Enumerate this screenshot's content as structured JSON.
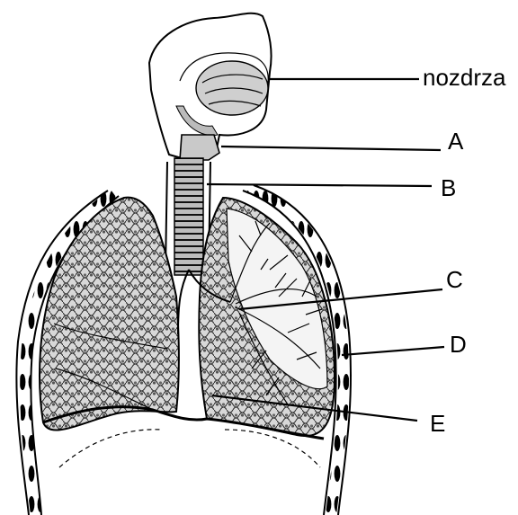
{
  "labels": {
    "nostril": "nozdrza",
    "a": "A",
    "b": "B",
    "c": "C",
    "d": "D",
    "e": "E"
  }
}
